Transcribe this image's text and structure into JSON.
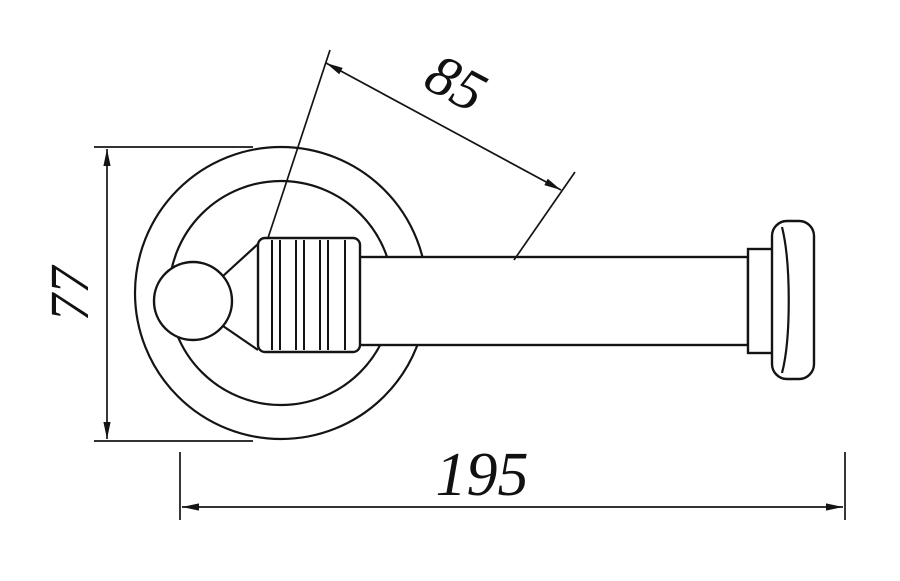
{
  "drawing": {
    "colors": {
      "line": "#141414",
      "background": "#ffffff"
    },
    "dimensions": {
      "diagonal": "85",
      "height": "77",
      "length": "195"
    }
  }
}
